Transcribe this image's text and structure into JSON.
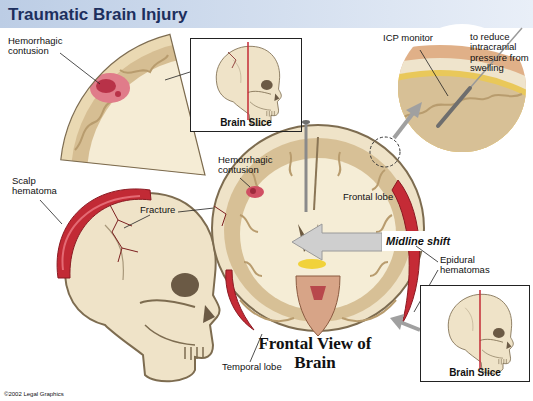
{
  "diagram": {
    "title": "Traumatic Brain Injury",
    "nodes": [
      {
        "text": [
          "Brain Slice"
        ]
      },
      {
        "text": [
          "Brain Slice"
        ]
      }
    ],
    "labels": [
      "Hemorrhagic contusion",
      "ICP monitor",
      "to reduce intracranial pressure from swelling",
      "Scalp hematoma",
      "Fracture",
      "Hemorrhagic contusion",
      "Frontal lobe",
      "Midline shift",
      "Epidural hematomas",
      "Temporal lobe",
      "Frontal View of Brain",
      "©2002 Legal Graphics"
    ]
  }
}
